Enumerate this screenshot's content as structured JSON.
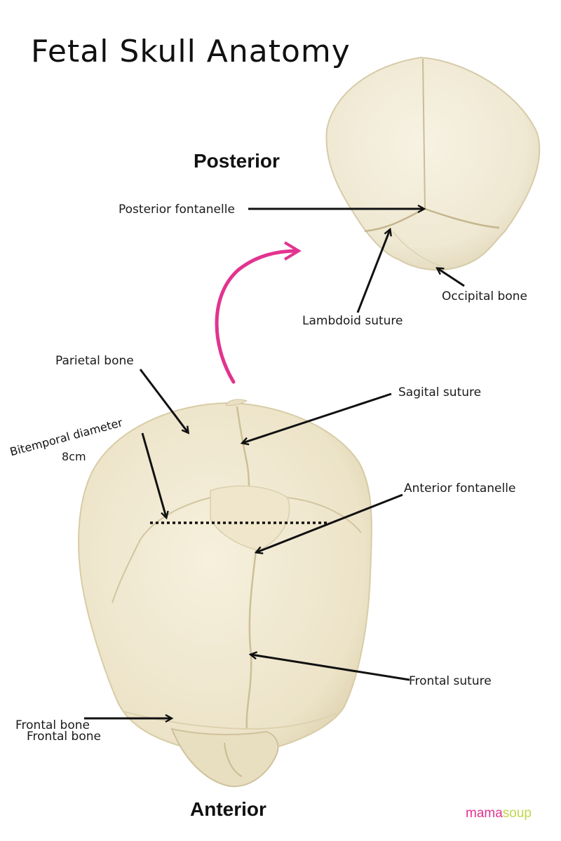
{
  "title": "Fetal Skull Anatomy",
  "views": {
    "posterior": "Posterior",
    "anterior": "Anterior"
  },
  "labels": {
    "posterior_fontanelle": "Posterior fontanelle",
    "occipital_bone": "Occipital bone",
    "lambdoid_suture": "Lambdoid suture",
    "parietal_bone": "Parietal bone",
    "sagital_suture": "Sagital suture",
    "bitemporal_diameter": "Bitemporal diameter",
    "bitemporal_value": "8cm",
    "anterior_fontanelle": "Anterior fontanelle",
    "frontal_suture": "Frontal suture",
    "frontal_bone_1": "Frontal bone",
    "frontal_bone_2": "Frontal bone"
  },
  "brand": {
    "part1": "mama",
    "part2": "soup"
  },
  "colors": {
    "accent_arrow": "#e2338f",
    "bone": "#efe8d2",
    "bone_shadow": "#d8cba6",
    "brand_pink": "#e2338f",
    "brand_green": "#c0d64a"
  }
}
